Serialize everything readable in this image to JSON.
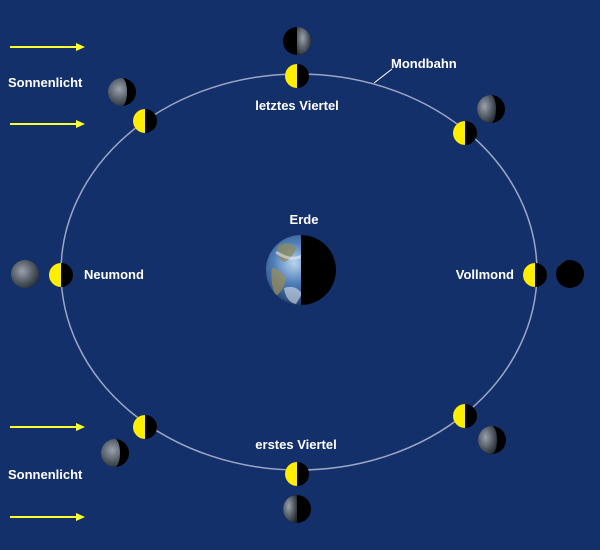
{
  "labels": {
    "sunlight_top": "Sonnenlicht",
    "sunlight_bottom": "Sonnenlicht",
    "orbit": "Mondbahn",
    "earth": "Erde",
    "new_moon": "Neumond",
    "full_moon": "Vollmond",
    "last_quarter": "letztes Viertel",
    "first_quarter": "erstes Viertel"
  },
  "colors": {
    "background": "#14306a",
    "sunlight_arrow": "#ffff33",
    "moon_lit": "#ffee00",
    "moon_dark": "#000000",
    "orbit": "#9aa6c4",
    "text": "#ffffff"
  }
}
